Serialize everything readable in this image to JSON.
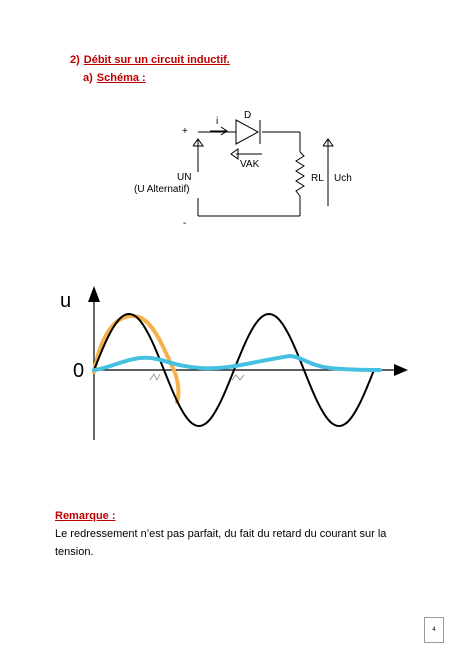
{
  "section": {
    "number": "2)",
    "title": "Débit sur un circuit inductif."
  },
  "subsection": {
    "letter": "a)",
    "title": "Schéma :"
  },
  "circuit": {
    "plus": "+",
    "minus": "-",
    "current": "i",
    "diode": "D",
    "vak": "VAK",
    "un": "UN",
    "ualt": "(U Alternatif)",
    "rl": "RL",
    "uch": "Uch"
  },
  "graph": {
    "y_axis_label": "u",
    "zero_label": "0",
    "colors": {
      "source": "#000000",
      "current": "#46c0e0",
      "highlight": "#f5b04a"
    }
  },
  "remark": {
    "title": "Remarque :",
    "body": "Le redressement n’est pas parfait, du fait du retard du courant sur la tension."
  },
  "page_number": "4"
}
